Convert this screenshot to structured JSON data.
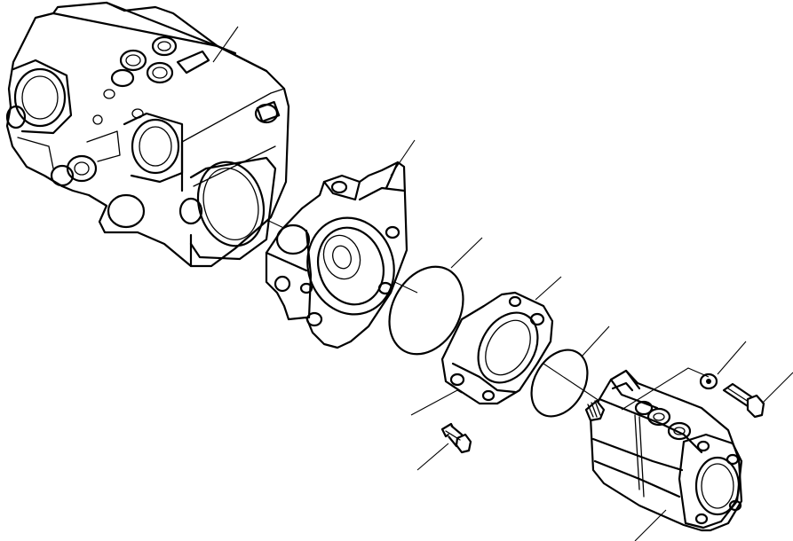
{
  "figure": {
    "kind": "exploded parts diagram",
    "parts": [
      {
        "id": "pump-body"
      },
      {
        "id": "intermediate-housing"
      },
      {
        "id": "o-ring-large"
      },
      {
        "id": "adapter-flange"
      },
      {
        "id": "o-ring-small"
      },
      {
        "id": "flange-bolt"
      },
      {
        "id": "gear-pump"
      },
      {
        "id": "washer"
      },
      {
        "id": "pump-bolt"
      }
    ],
    "colors": {
      "line": "#000000",
      "background": "#ffffff"
    }
  }
}
